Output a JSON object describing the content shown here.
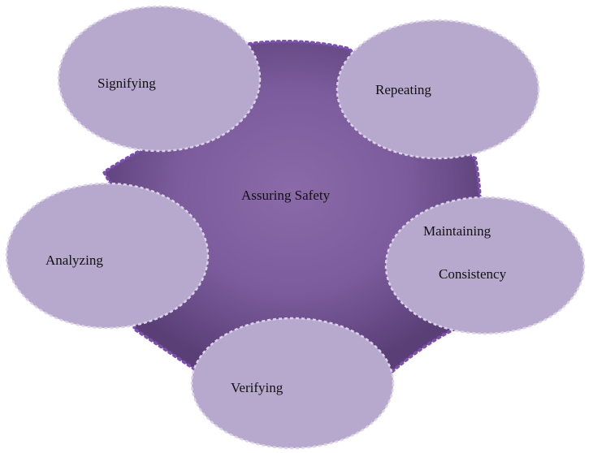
{
  "diagram": {
    "center": {
      "label": "Assuring Safety"
    },
    "nodes": [
      {
        "id": "signifying",
        "label": "Signifying"
      },
      {
        "id": "repeating",
        "label": "Repeating"
      },
      {
        "id": "analyzing",
        "label": "Analyzing"
      },
      {
        "id": "maintaining",
        "label": "Maintaining",
        "label2": "Consistency"
      },
      {
        "id": "verifying",
        "label": "Verifying"
      }
    ]
  },
  "colors": {
    "background": "#ffffff",
    "center_fill_light": "#8a6aa8",
    "center_fill_dark": "#5a3f77",
    "center_border": "#7d4fb2",
    "ellipse_fill": "#b7a9cd",
    "ellipse_border": "#dcd3e8",
    "text": "#111111"
  }
}
